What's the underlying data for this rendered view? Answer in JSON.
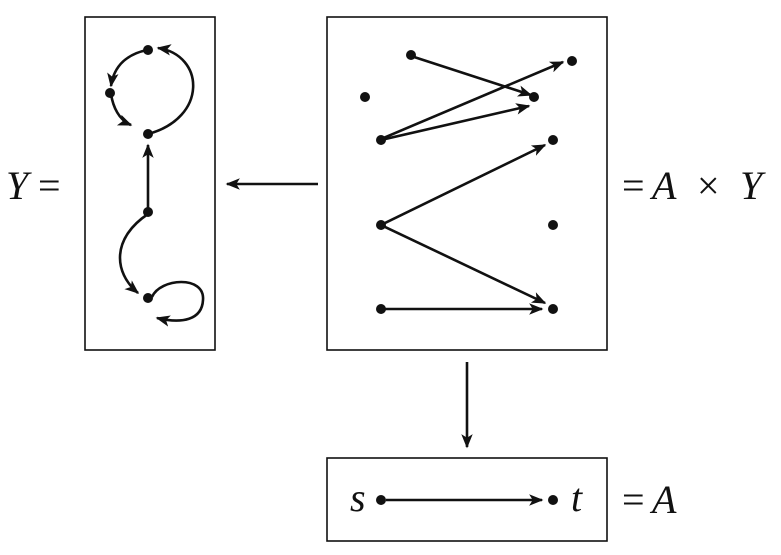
{
  "labels": {
    "y_label": "Y",
    "y_eq": "=",
    "product_eq": "=",
    "product_a": "A",
    "product_times": "×",
    "product_y": "Y",
    "a_eq": "=",
    "a_label": "A",
    "node_s": "s",
    "node_t": "t"
  }
}
